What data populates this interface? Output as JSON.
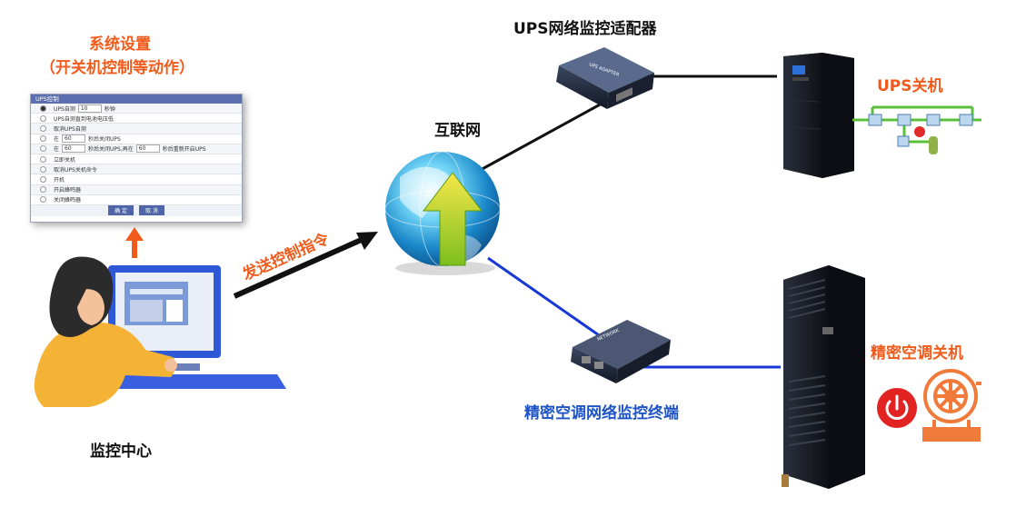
{
  "labels": {
    "system_title": "系统设置",
    "system_subtitle": "（开关机控制等动作）",
    "monitor_center": "监控中心",
    "send_command": "发送控制指令",
    "internet": "互联网",
    "ups_adapter": "UPS网络监控适配器",
    "ups_shutdown": "UPS关机",
    "ac_terminal": "精密空调网络监控终端",
    "ac_shutdown": "精密空调关机"
  },
  "panel": {
    "header": "UPS控制",
    "rows": [
      {
        "pre": "UPS自测",
        "val": "10",
        "post": "秒钟",
        "selected": true
      },
      {
        "pre": "UPS自测直到电池电压低",
        "val": "",
        "post": "",
        "selected": false
      },
      {
        "pre": "取消UPS自测",
        "val": "",
        "post": "",
        "selected": false
      },
      {
        "pre": "在",
        "val": "60",
        "post": "秒后关闭UPS",
        "selected": false
      },
      {
        "pre": "在",
        "val": "60",
        "post": "秒后关闭UPS,再在",
        "val2": "60",
        "post2": "秒后重新开启UPS",
        "selected": false
      },
      {
        "pre": "立即关机",
        "val": "",
        "post": "",
        "selected": false
      },
      {
        "pre": "取消UPS关机命令",
        "val": "",
        "post": "",
        "selected": false
      },
      {
        "pre": "开机",
        "val": "",
        "post": "",
        "selected": false
      },
      {
        "pre": "开启蜂鸣器",
        "val": "",
        "post": "",
        "selected": false
      },
      {
        "pre": "关闭蜂鸣器",
        "val": "",
        "post": "",
        "selected": false
      }
    ],
    "ok": "确 定",
    "cancel": "取 消"
  },
  "colors": {
    "orange": "#f05a1a",
    "blue_line": "#1737d6",
    "black_line": "#111111",
    "label_blue": "#1e54c8"
  }
}
